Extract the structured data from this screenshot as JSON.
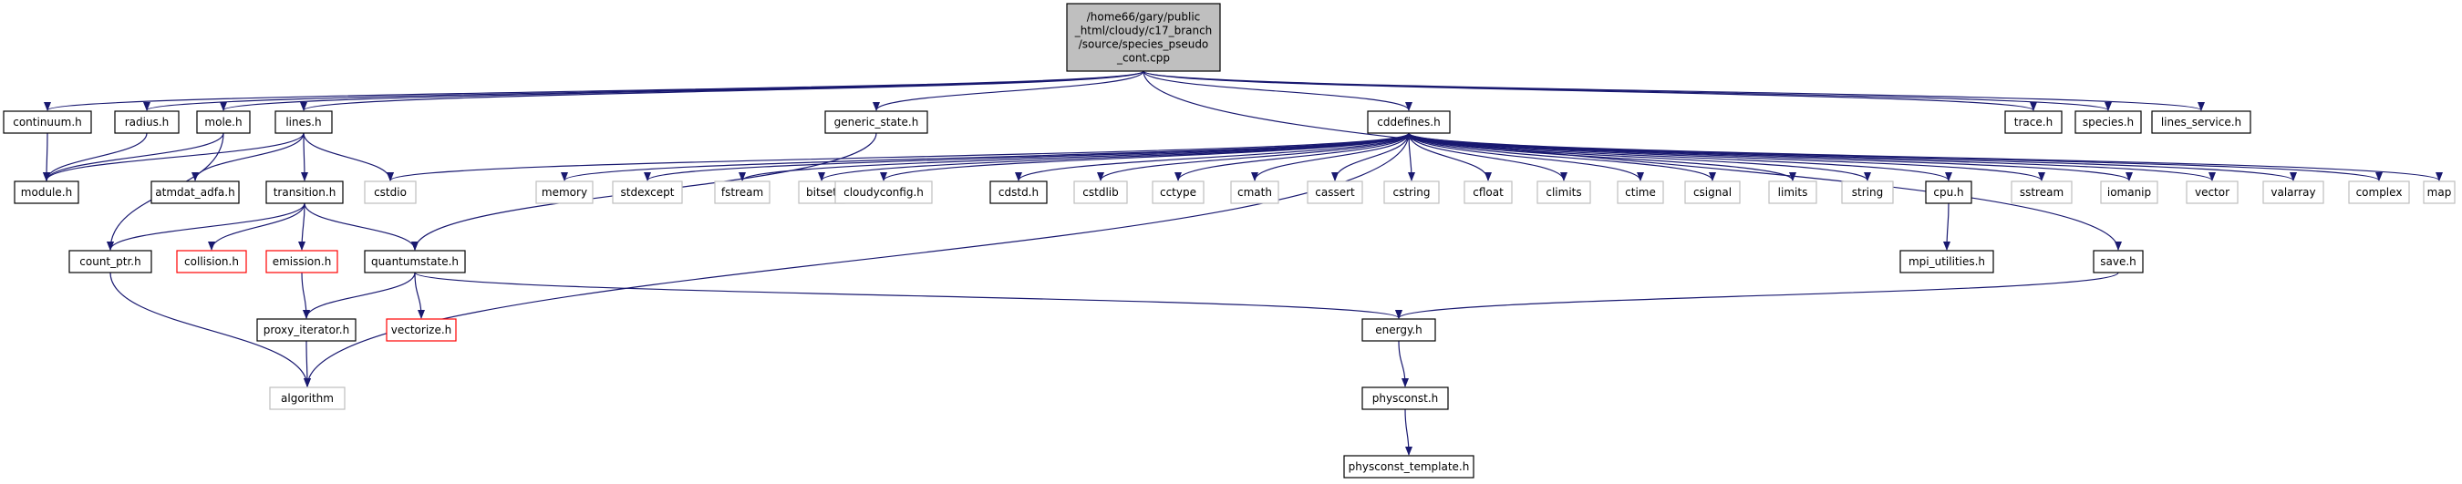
{
  "colors": {
    "edge": "#191970",
    "root_fill": "#bfbfbf",
    "node_border_normal": "#000000",
    "node_border_system": "#bfbfbf",
    "node_border_missing": "#ff0000",
    "node_fill": "#ffffff"
  },
  "nodes": {
    "root": {
      "label_lines": [
        "/home66/gary/public",
        "_html/cloudy/c17_branch",
        "/source/species_pseudo",
        "_cont.cpp"
      ],
      "kind": "root"
    },
    "continuum": {
      "label_lines": [
        "continuum.h"
      ],
      "kind": "normal"
    },
    "radius": {
      "label_lines": [
        "radius.h"
      ],
      "kind": "normal"
    },
    "mole": {
      "label_lines": [
        "mole.h"
      ],
      "kind": "normal"
    },
    "lines": {
      "label_lines": [
        "lines.h"
      ],
      "kind": "normal"
    },
    "generic_state": {
      "label_lines": [
        "generic_state.h"
      ],
      "kind": "normal"
    },
    "cddefines": {
      "label_lines": [
        "cddefines.h"
      ],
      "kind": "normal"
    },
    "trace": {
      "label_lines": [
        "trace.h"
      ],
      "kind": "normal"
    },
    "species": {
      "label_lines": [
        "species.h"
      ],
      "kind": "normal"
    },
    "lines_service": {
      "label_lines": [
        "lines_service.h"
      ],
      "kind": "normal"
    },
    "module": {
      "label_lines": [
        "module.h"
      ],
      "kind": "normal"
    },
    "atmdat_adfa": {
      "label_lines": [
        "atmdat_adfa.h"
      ],
      "kind": "normal"
    },
    "transition": {
      "label_lines": [
        "transition.h"
      ],
      "kind": "normal"
    },
    "cstdio": {
      "label_lines": [
        "cstdio"
      ],
      "kind": "system"
    },
    "memory": {
      "label_lines": [
        "memory"
      ],
      "kind": "system"
    },
    "stdexcept": {
      "label_lines": [
        "stdexcept"
      ],
      "kind": "system"
    },
    "fstream": {
      "label_lines": [
        "fstream"
      ],
      "kind": "system"
    },
    "bitset": {
      "label_lines": [
        "bitset"
      ],
      "kind": "system"
    },
    "cloudyconfig": {
      "label_lines": [
        "cloudyconfig.h"
      ],
      "kind": "system"
    },
    "cdstd": {
      "label_lines": [
        "cdstd.h"
      ],
      "kind": "normal"
    },
    "cstdlib": {
      "label_lines": [
        "cstdlib"
      ],
      "kind": "system"
    },
    "cctype": {
      "label_lines": [
        "cctype"
      ],
      "kind": "system"
    },
    "cmath": {
      "label_lines": [
        "cmath"
      ],
      "kind": "system"
    },
    "cassert": {
      "label_lines": [
        "cassert"
      ],
      "kind": "system"
    },
    "cstring": {
      "label_lines": [
        "cstring"
      ],
      "kind": "system"
    },
    "cfloat": {
      "label_lines": [
        "cfloat"
      ],
      "kind": "system"
    },
    "climits": {
      "label_lines": [
        "climits"
      ],
      "kind": "system"
    },
    "ctime": {
      "label_lines": [
        "ctime"
      ],
      "kind": "system"
    },
    "csignal": {
      "label_lines": [
        "csignal"
      ],
      "kind": "system"
    },
    "limits": {
      "label_lines": [
        "limits"
      ],
      "kind": "system"
    },
    "string": {
      "label_lines": [
        "string"
      ],
      "kind": "system"
    },
    "cpu": {
      "label_lines": [
        "cpu.h"
      ],
      "kind": "normal"
    },
    "sstream": {
      "label_lines": [
        "sstream"
      ],
      "kind": "system"
    },
    "iomanip": {
      "label_lines": [
        "iomanip"
      ],
      "kind": "system"
    },
    "vector": {
      "label_lines": [
        "vector"
      ],
      "kind": "system"
    },
    "valarray": {
      "label_lines": [
        "valarray"
      ],
      "kind": "system"
    },
    "complex": {
      "label_lines": [
        "complex"
      ],
      "kind": "system"
    },
    "map": {
      "label_lines": [
        "map"
      ],
      "kind": "system"
    },
    "count_ptr": {
      "label_lines": [
        "count_ptr.h"
      ],
      "kind": "normal"
    },
    "collision": {
      "label_lines": [
        "collision.h"
      ],
      "kind": "missing"
    },
    "emission": {
      "label_lines": [
        "emission.h"
      ],
      "kind": "missing"
    },
    "quantumstate": {
      "label_lines": [
        "quantumstate.h"
      ],
      "kind": "normal"
    },
    "mpi_utilities": {
      "label_lines": [
        "mpi_utilities.h"
      ],
      "kind": "normal"
    },
    "save": {
      "label_lines": [
        "save.h"
      ],
      "kind": "normal"
    },
    "proxy_iterator": {
      "label_lines": [
        "proxy_iterator.h"
      ],
      "kind": "normal"
    },
    "vectorize": {
      "label_lines": [
        "vectorize.h"
      ],
      "kind": "missing"
    },
    "energy": {
      "label_lines": [
        "energy.h"
      ],
      "kind": "normal"
    },
    "algorithm": {
      "label_lines": [
        "algorithm"
      ],
      "kind": "system"
    },
    "physconst": {
      "label_lines": [
        "physconst.h"
      ],
      "kind": "normal"
    },
    "physconst_template": {
      "label_lines": [
        "physconst_template.h"
      ],
      "kind": "normal"
    }
  },
  "edges": [
    [
      "root",
      "continuum"
    ],
    [
      "root",
      "radius"
    ],
    [
      "root",
      "mole"
    ],
    [
      "root",
      "lines"
    ],
    [
      "root",
      "generic_state"
    ],
    [
      "root",
      "cddefines"
    ],
    [
      "root",
      "trace"
    ],
    [
      "root",
      "species"
    ],
    [
      "root",
      "lines_service"
    ],
    [
      "root",
      "save"
    ],
    [
      "continuum",
      "module"
    ],
    [
      "radius",
      "module"
    ],
    [
      "mole",
      "module"
    ],
    [
      "mole",
      "count_ptr"
    ],
    [
      "lines",
      "module"
    ],
    [
      "lines",
      "atmdat_adfa"
    ],
    [
      "lines",
      "transition"
    ],
    [
      "lines",
      "cstdio"
    ],
    [
      "generic_state",
      "quantumstate"
    ],
    [
      "cddefines",
      "cstdio"
    ],
    [
      "cddefines",
      "memory"
    ],
    [
      "cddefines",
      "stdexcept"
    ],
    [
      "cddefines",
      "fstream"
    ],
    [
      "cddefines",
      "bitset"
    ],
    [
      "cddefines",
      "cloudyconfig"
    ],
    [
      "cddefines",
      "cdstd"
    ],
    [
      "cddefines",
      "cstdlib"
    ],
    [
      "cddefines",
      "cctype"
    ],
    [
      "cddefines",
      "cmath"
    ],
    [
      "cddefines",
      "cassert"
    ],
    [
      "cddefines",
      "cstring"
    ],
    [
      "cddefines",
      "cfloat"
    ],
    [
      "cddefines",
      "climits"
    ],
    [
      "cddefines",
      "ctime"
    ],
    [
      "cddefines",
      "csignal"
    ],
    [
      "cddefines",
      "limits"
    ],
    [
      "cddefines",
      "string"
    ],
    [
      "cddefines",
      "cpu"
    ],
    [
      "cddefines",
      "sstream"
    ],
    [
      "cddefines",
      "iomanip"
    ],
    [
      "cddefines",
      "vector"
    ],
    [
      "cddefines",
      "valarray"
    ],
    [
      "cddefines",
      "complex"
    ],
    [
      "cddefines",
      "map"
    ],
    [
      "cddefines",
      "algorithm"
    ],
    [
      "transition",
      "count_ptr"
    ],
    [
      "transition",
      "collision"
    ],
    [
      "transition",
      "emission"
    ],
    [
      "transition",
      "quantumstate"
    ],
    [
      "cpu",
      "mpi_utilities"
    ],
    [
      "save",
      "energy"
    ],
    [
      "count_ptr",
      "algorithm"
    ],
    [
      "emission",
      "proxy_iterator"
    ],
    [
      "quantumstate",
      "proxy_iterator"
    ],
    [
      "quantumstate",
      "vectorize"
    ],
    [
      "quantumstate",
      "energy"
    ],
    [
      "proxy_iterator",
      "algorithm"
    ],
    [
      "energy",
      "physconst"
    ],
    [
      "physconst",
      "physconst_template"
    ]
  ]
}
